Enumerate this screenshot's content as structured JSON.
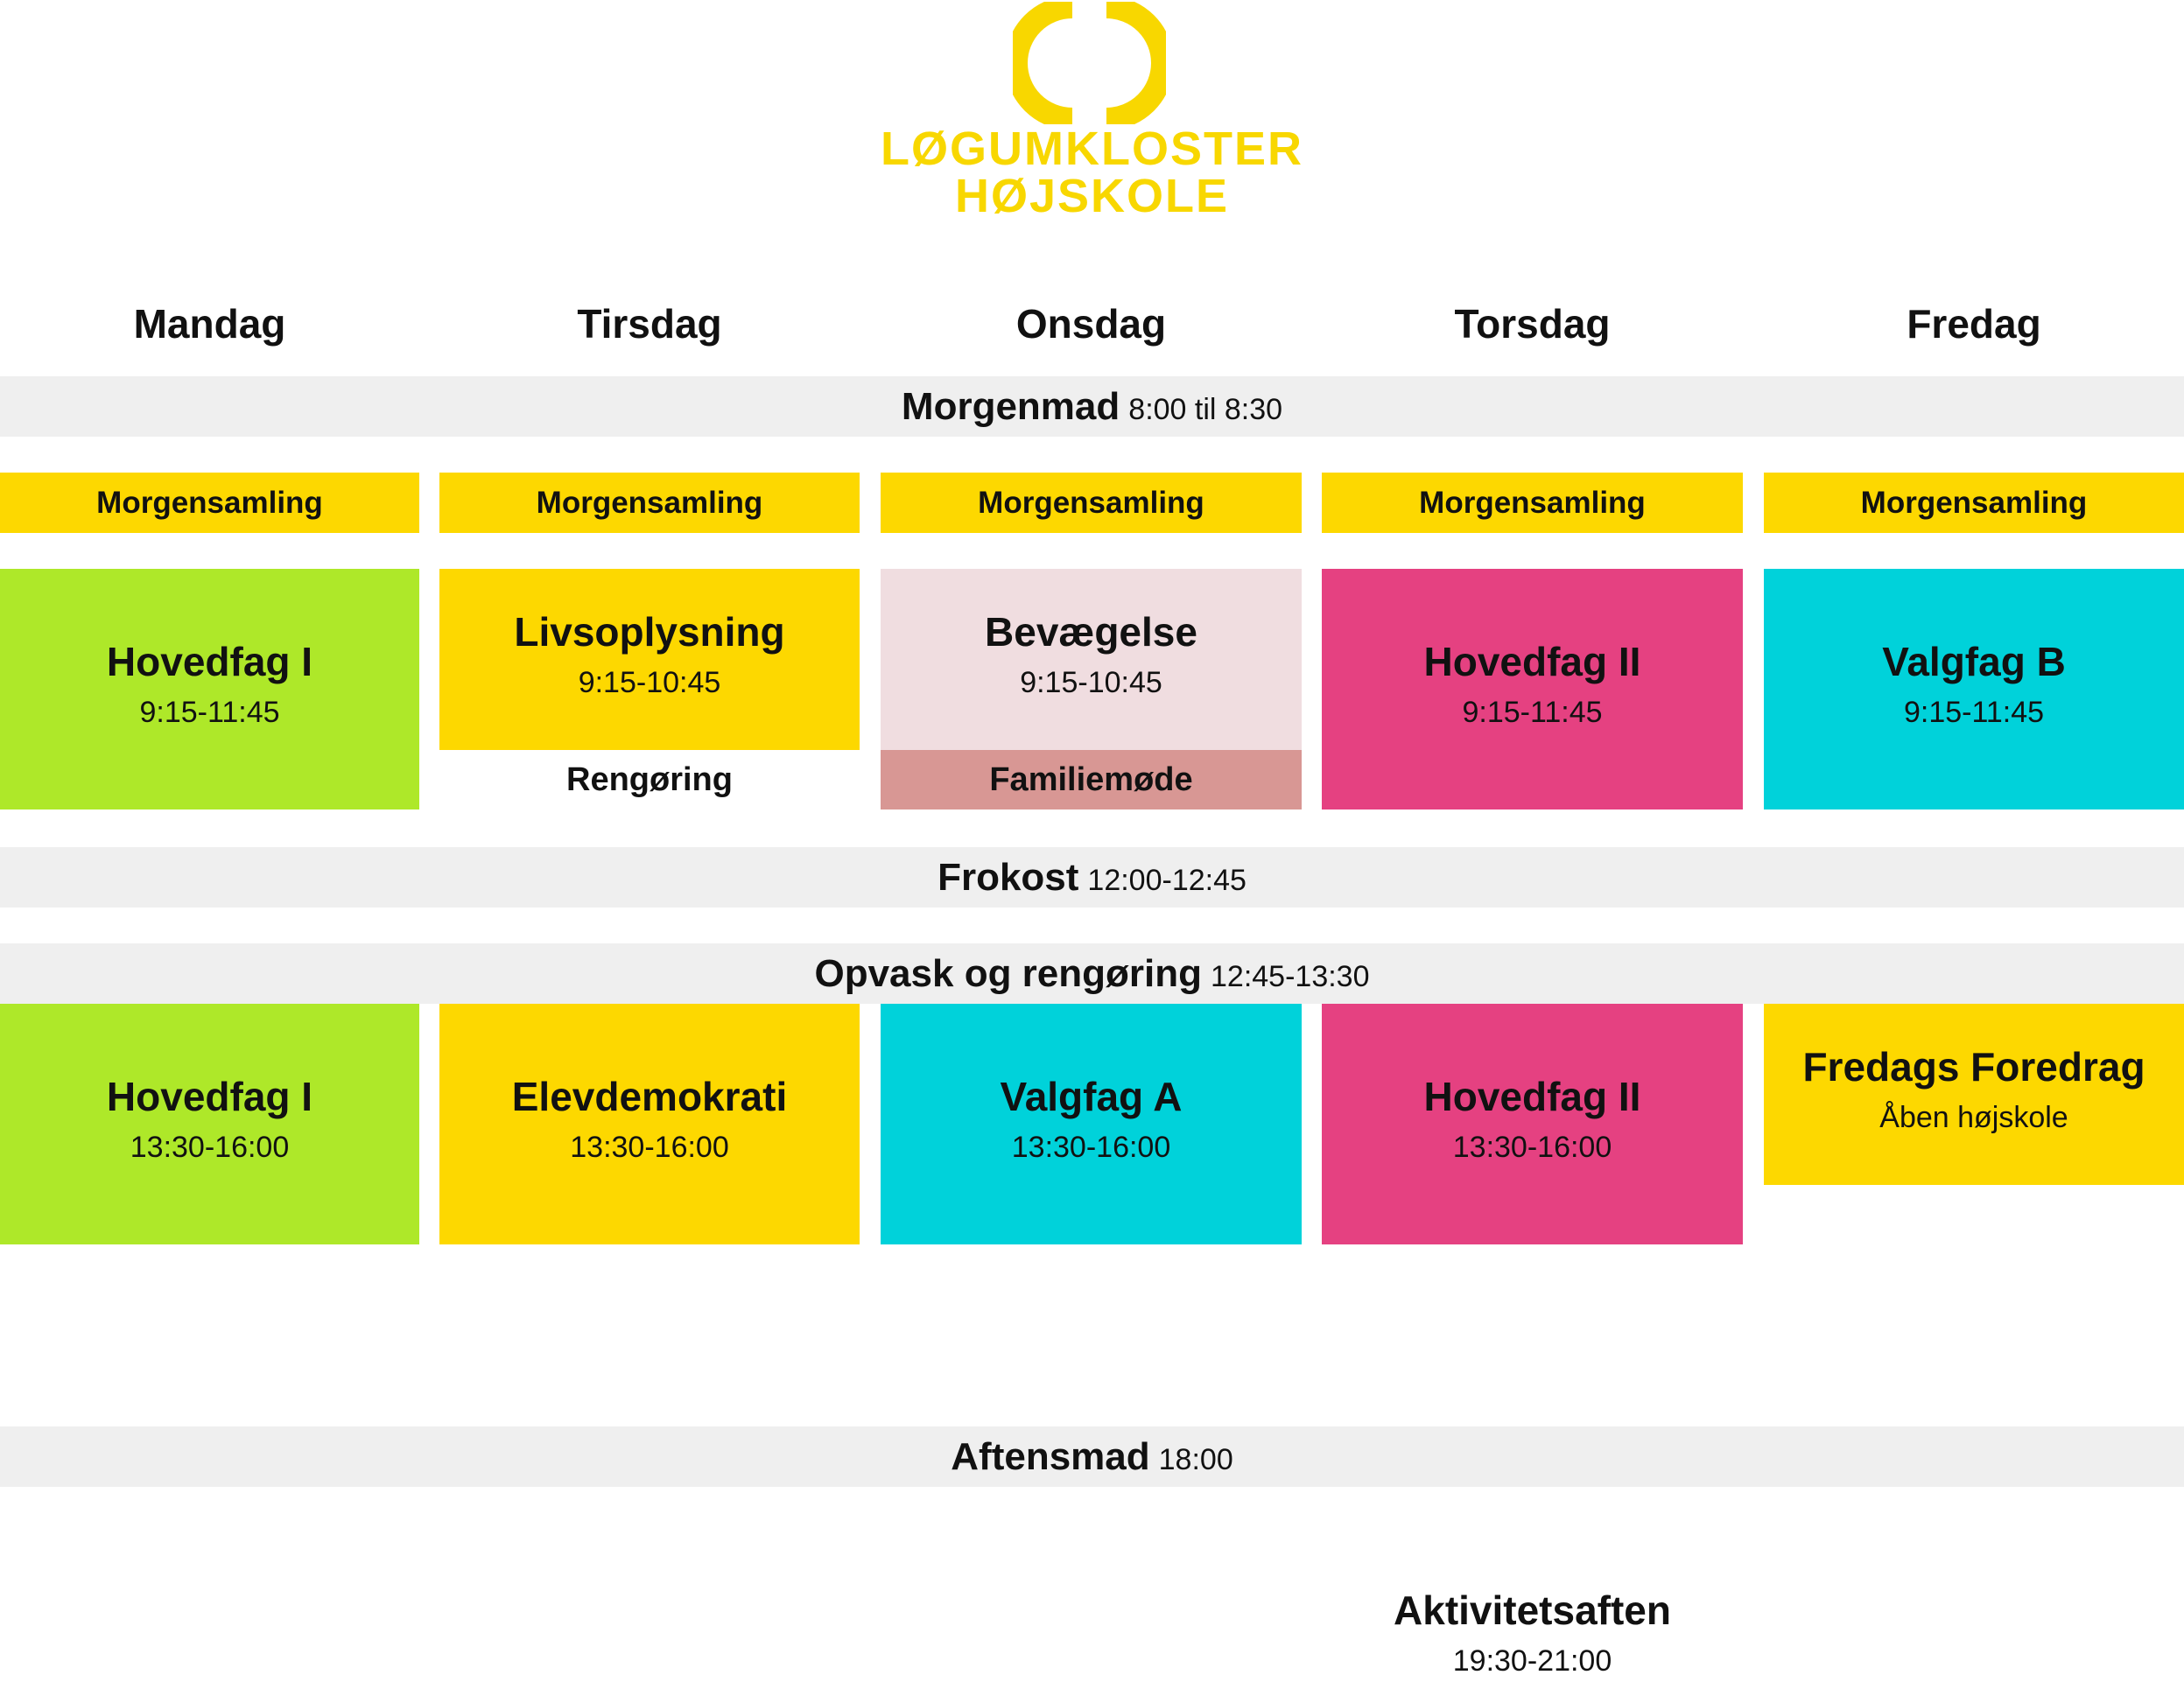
{
  "logo": {
    "line1": "LØGUMKLOSTER",
    "line2": "HØJSKOLE",
    "color": "#f8d700"
  },
  "days": [
    "Mandag",
    "Tirsdag",
    "Onsdag",
    "Torsdag",
    "Fredag"
  ],
  "bands": {
    "breakfast": {
      "title": "Morgenmad",
      "time": "8:00 til 8:30"
    },
    "lunch": {
      "title": "Frokost",
      "time": "12:00-12:45"
    },
    "cleanup": {
      "title": "Opvask og rengøring",
      "time": "12:45-13:30"
    },
    "dinner": {
      "title": "Aftensmad",
      "time": "18:00"
    }
  },
  "morning_gathering": [
    "Morgensamling",
    "Morgensamling",
    "Morgensamling",
    "Morgensamling",
    "Morgensamling"
  ],
  "morning": [
    {
      "title": "Hovedfag I",
      "time": "9:15-11:45"
    },
    {
      "title": "Livsoplysning",
      "time": "9:15-10:45",
      "extra": "Rengøring"
    },
    {
      "title": "Bevægelse",
      "time": "9:15-10:45",
      "extra": "Familiemøde"
    },
    {
      "title": "Hovedfag II",
      "time": "9:15-11:45"
    },
    {
      "title": "Valgfag B",
      "time": "9:15-11:45"
    }
  ],
  "afternoon": [
    {
      "title": "Hovedfag I",
      "time": "13:30-16:00"
    },
    {
      "title": "Elevdemokrati",
      "time": "13:30-16:00"
    },
    {
      "title": "Valgfag A",
      "time": "13:30-16:00"
    },
    {
      "title": "Hovedfag II",
      "time": "13:30-16:00"
    },
    {
      "title": "Fredags Foredrag",
      "time": "Åben højskole"
    }
  ],
  "evening": {
    "title": "Aktivitetsaften",
    "time": "19:30-21:00"
  },
  "colors": {
    "yellow": "#fdd800",
    "green": "#aee829",
    "pink": "#f0dde0",
    "rose": "#d89794",
    "magenta": "#e54181",
    "cyan": "#00d2da",
    "band": "#efefef"
  }
}
